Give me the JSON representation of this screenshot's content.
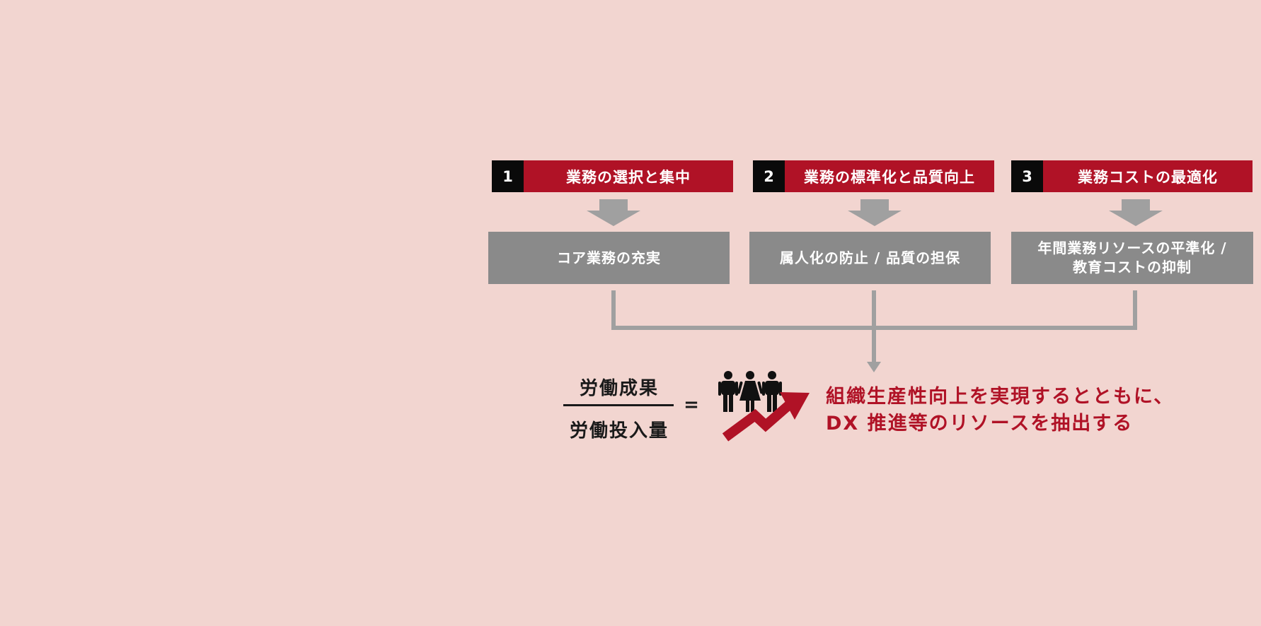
{
  "steps": [
    {
      "number": "1",
      "title": "業務の選択と集中",
      "result": "コア業務の充実"
    },
    {
      "number": "2",
      "title": "業務の標準化と品質向上",
      "result": "属人化の防止 / 品質の担保"
    },
    {
      "number": "3",
      "title": "業務コストの最適化",
      "result": "年間業務リソースの平準化 /\n教育コストの抑制"
    }
  ],
  "formula": {
    "numerator": "労働成果",
    "denominator": "労働投入量",
    "equals": "="
  },
  "outcome": {
    "line1": "組織生産性向上を実現するとともに、",
    "line2": "DX 推進等のリソースを抽出する"
  },
  "colors": {
    "background": "#f2d5d0",
    "accent_red": "#b01226",
    "number_black": "#0a0a0a",
    "box_gray": "#8a8a8a",
    "connector_gray": "#a0a0a0"
  },
  "icons": [
    "down-arrow-icon",
    "people-icon",
    "rising-arrow-icon"
  ]
}
